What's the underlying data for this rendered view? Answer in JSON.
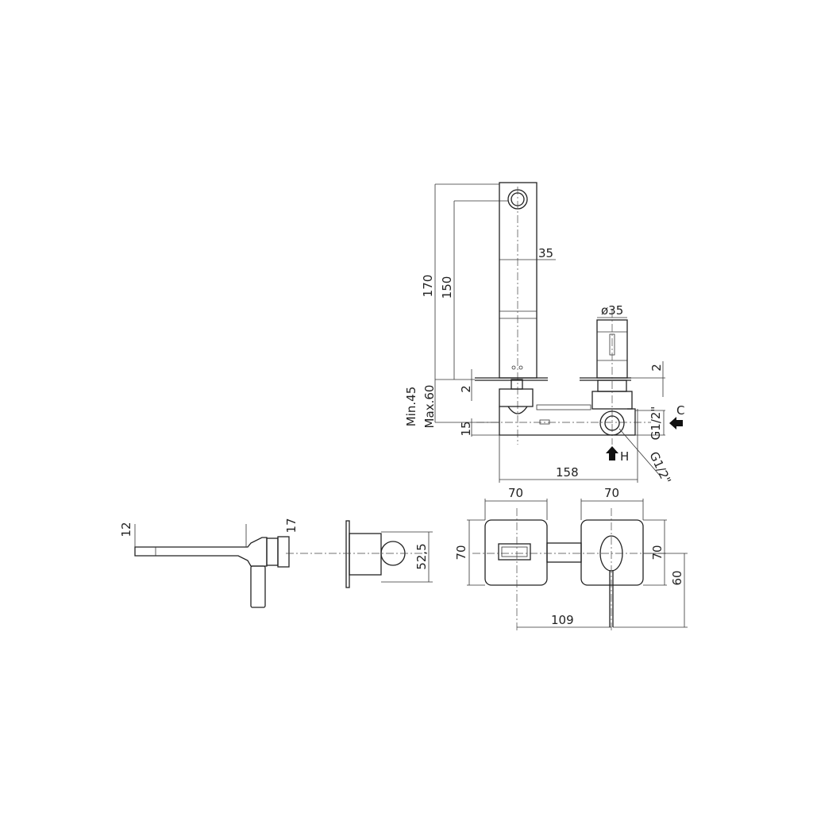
{
  "drawing": {
    "top_view": {
      "spout_length_total": "170",
      "spout_length_outlet": "150",
      "spout_width": "35",
      "plate_thickness_left": "2",
      "plate_thickness_right": "2",
      "handle_diameter": "ø35",
      "wall_depth_min": "Min.45",
      "wall_depth_max": "Max.60",
      "pipe_offset": "15",
      "body_length": "158",
      "inlet_cold_thread": "G1/2\"",
      "inlet_hot_thread": "G1/2\"",
      "cold_label": "C",
      "hot_label": "H"
    },
    "side_view": {
      "spout_height": "12",
      "spout_base_height": "17",
      "body_depth": "52,5"
    },
    "front_view": {
      "left_plate_width": "70",
      "right_plate_width": "70",
      "left_plate_height": "70",
      "right_plate_height": "70",
      "lever_drop": "60",
      "center_distance": "109"
    }
  }
}
